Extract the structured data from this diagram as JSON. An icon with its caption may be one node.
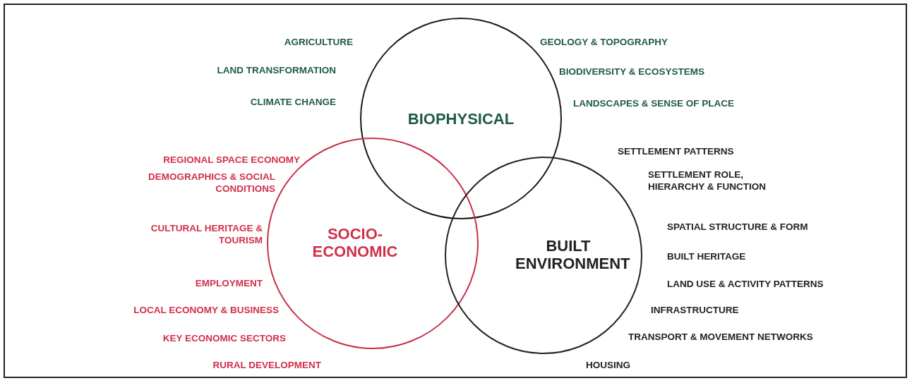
{
  "diagram": {
    "nodes": [
      {
        "text": [
          "BIOPHYSICAL"
        ],
        "beside": [
          "AGRICULTURE",
          "LAND TRANSFORMATION",
          "CLIMATE CHANGE",
          "GEOLOGY & TOPOGRAPHY",
          "BIODIVERSITY & ECOSYSTEMS",
          "LANDSCAPES & SENSE OF PLACE"
        ]
      },
      {
        "text": [
          "SOCIO-ECONOMIC"
        ],
        "beside": [
          "REGIONAL SPACE ECONOMY",
          "DEMOGRAPHICS & SOCIAL CONDITIONS",
          "CULTURAL HERITAGE & TOURISM",
          "EMPLOYMENT",
          "LOCAL ECONOMY & BUSINESS",
          "KEY ECONOMIC SECTORS",
          "RURAL DEVELOPMENT"
        ]
      },
      {
        "text": [
          "BUILT ENVIRONMENT"
        ],
        "beside": [
          "SETTLEMENT PATTERNS",
          "SETTLEMENT ROLE, HIERARCHY & FUNCTION",
          "SPATIAL STRUCTURE & FORM",
          "BUILT HERITAGE",
          "LAND USE & ACTIVITY PATTERNS",
          "INFRASTRUCTURE",
          "TRANSPORT & MOVEMENT NETWORKS",
          "HOUSING"
        ]
      }
    ],
    "edges": []
  }
}
